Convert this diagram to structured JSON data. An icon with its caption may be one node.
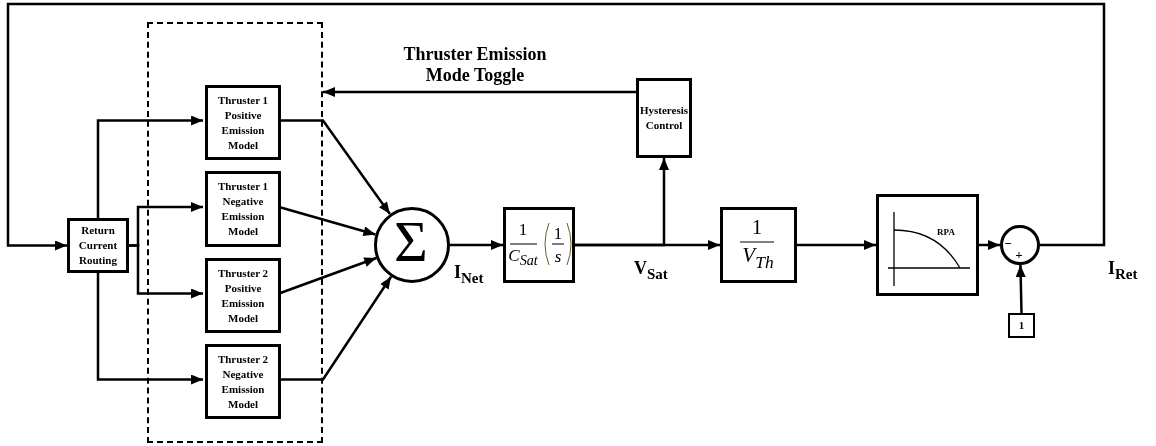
{
  "diagram": {
    "nodes": [
      {
        "text": [
          "Return Current Routing"
        ]
      },
      {
        "text": [],
        "shape": "box"
      },
      {
        "text": [
          "Thruster 1 Positive Emission Model"
        ],
        "in": 1
      },
      {
        "text": [
          "Thruster 1 Negative Emission Model"
        ],
        "in": 1
      },
      {
        "text": [
          "Thruster 2 Positive Emission Model"
        ],
        "in": 1
      },
      {
        "text": [
          "Thruster 2 Negative Emission Model"
        ],
        "in": 1
      },
      {
        "text": [
          "Σ"
        ]
      },
      {
        "text": [
          "1",
          "C$_{Sat}$",
          "1",
          "s"
        ]
      },
      {
        "text": [
          "Hysteresis Control"
        ]
      },
      {
        "text": [
          "1",
          "V$_{Th}$"
        ]
      },
      {
        "text": [
          "RPA"
        ]
      },
      {
        "text": [
          "−",
          "+"
        ]
      },
      {
        "text": [
          "1"
        ]
      }
    ],
    "edges": [
      {
        "from": 11,
        "to": 0,
        "arrow": "to"
      },
      {
        "from": 0,
        "to": 2,
        "arrow": "to"
      },
      {
        "from": 0,
        "to": 3,
        "arrow": "to"
      },
      {
        "from": 0,
        "to": 4,
        "arrow": "to"
      },
      {
        "from": 0,
        "to": 5,
        "arrow": "to"
      },
      {
        "from": 2,
        "to": 6,
        "arrow": "to"
      },
      {
        "from": 3,
        "to": 6,
        "arrow": "to"
      },
      {
        "from": 4,
        "to": 6,
        "arrow": "to"
      },
      {
        "from": 5,
        "to": 6,
        "arrow": "to"
      },
      {
        "from": 6,
        "to": 7,
        "arrow": "to"
      },
      {
        "from": 7,
        "to": 9,
        "arrow": "to"
      },
      {
        "from": 7,
        "to": 8,
        "arrow": "to"
      },
      {
        "from": 8,
        "to": 1,
        "arrow": "to",
        "label": "Thruster Emission Mode Toggle"
      },
      {
        "from": 9,
        "to": 10,
        "arrow": "to"
      },
      {
        "from": 10,
        "to": 11,
        "arrow": "to"
      },
      {
        "from": 12,
        "to": 11,
        "arrow": "to"
      }
    ],
    "labels": [
      "I$_{Net}$",
      "V$_{Sat}$",
      "I$_{Ret}$"
    ]
  }
}
